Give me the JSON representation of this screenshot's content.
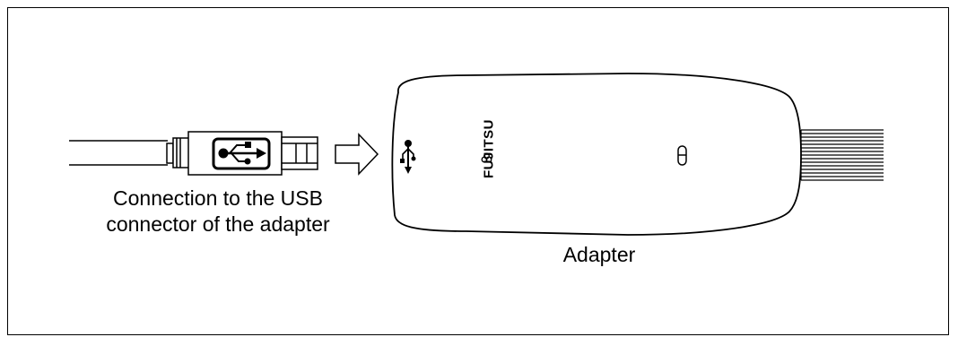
{
  "labels": {
    "connection_line1": "Connection to the USB",
    "connection_line2": "connector of the adapter",
    "adapter": "Adapter",
    "brand": "FUJITSU"
  },
  "icons": {
    "cable_usb_symbol": "usb-trident-icon",
    "adapter_usb_symbol": "usb-trident-icon",
    "arrow": "hollow-right-arrow-icon",
    "adapter_led": "led-indicator-icon"
  }
}
